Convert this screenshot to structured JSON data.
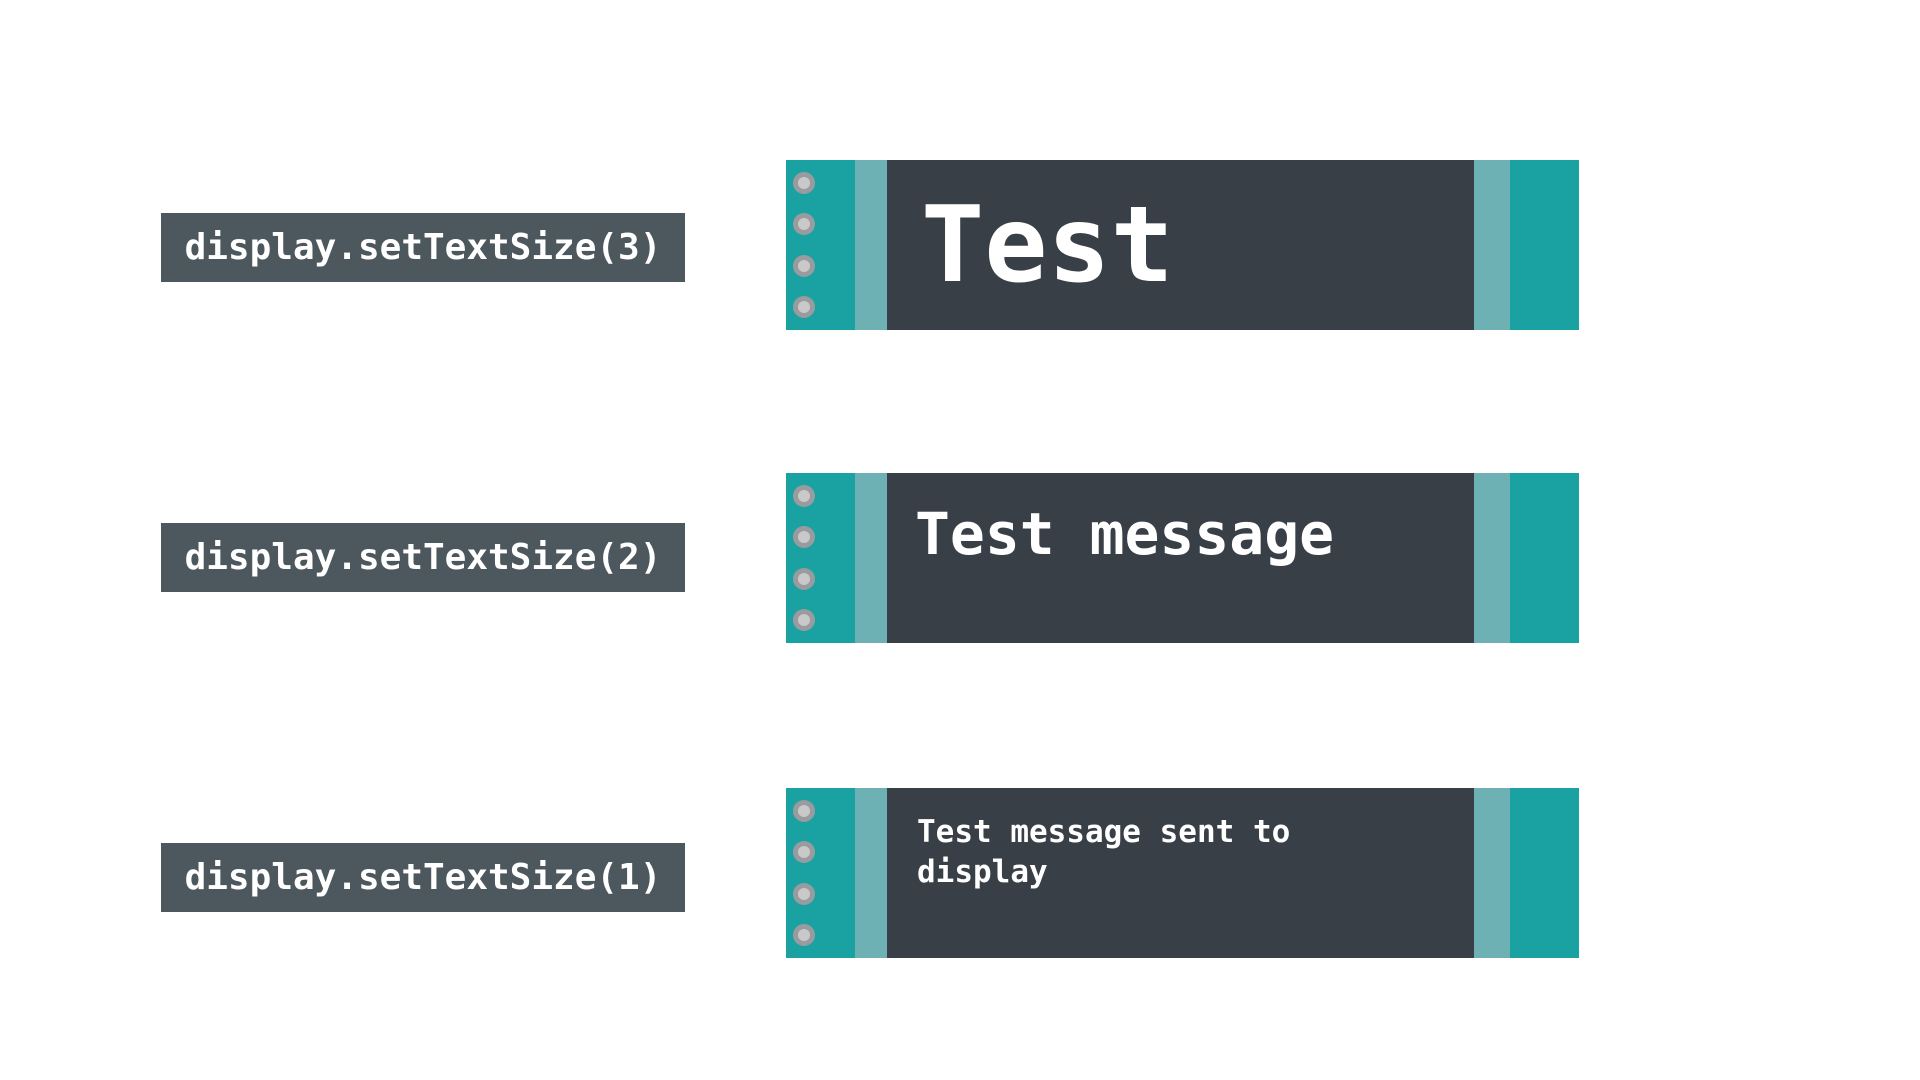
{
  "page": {
    "background": "#ffffff",
    "description_colors": {
      "label_bg": "#4d575e",
      "screen_bg": "#383f47",
      "board_teal": "#1aa2a3",
      "board_teal_light": "#6db1b5",
      "pin_outer": "#9a9b9e",
      "pin_inner": "#c9c9c9",
      "text_white": "#ffffff"
    }
  },
  "rows": [
    {
      "code": "display.setTextSize(3)",
      "text_size": 3,
      "screen_lines": [
        "Test"
      ]
    },
    {
      "code": "display.setTextSize(2)",
      "text_size": 2,
      "screen_lines": [
        "Test message"
      ]
    },
    {
      "code": "display.setTextSize(1)",
      "text_size": 1,
      "screen_lines": [
        "Test message sent to",
        "display"
      ]
    }
  ]
}
